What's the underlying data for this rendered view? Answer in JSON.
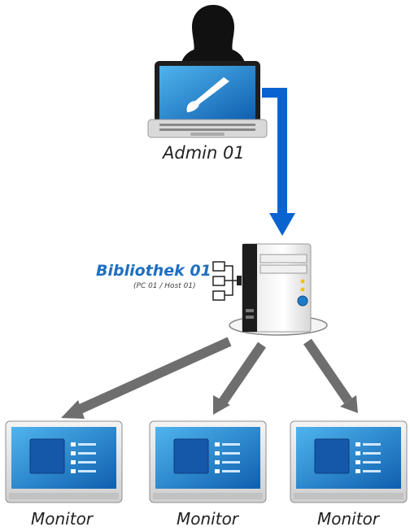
{
  "admin": {
    "label": "Admin 01"
  },
  "library": {
    "title": "Bibliothek 01",
    "subtitle": "(PC 01 / Host 01)"
  },
  "monitors": [
    {
      "label": "Monitor"
    },
    {
      "label": "Monitor"
    },
    {
      "label": "Monitor"
    }
  ],
  "colors": {
    "admin_arrow": "#0a64d0",
    "monitor_arrows": "#6e6e6e",
    "screen_blue": "#1f7ac8",
    "title_blue": "#1e6fc2"
  },
  "icons": {
    "admin": "person-icon",
    "laptop": "laptop-icon",
    "brush": "paintbrush-icon",
    "server": "server-tower-icon",
    "ports": "drive-ports-icon",
    "monitor": "monitor-icon"
  }
}
